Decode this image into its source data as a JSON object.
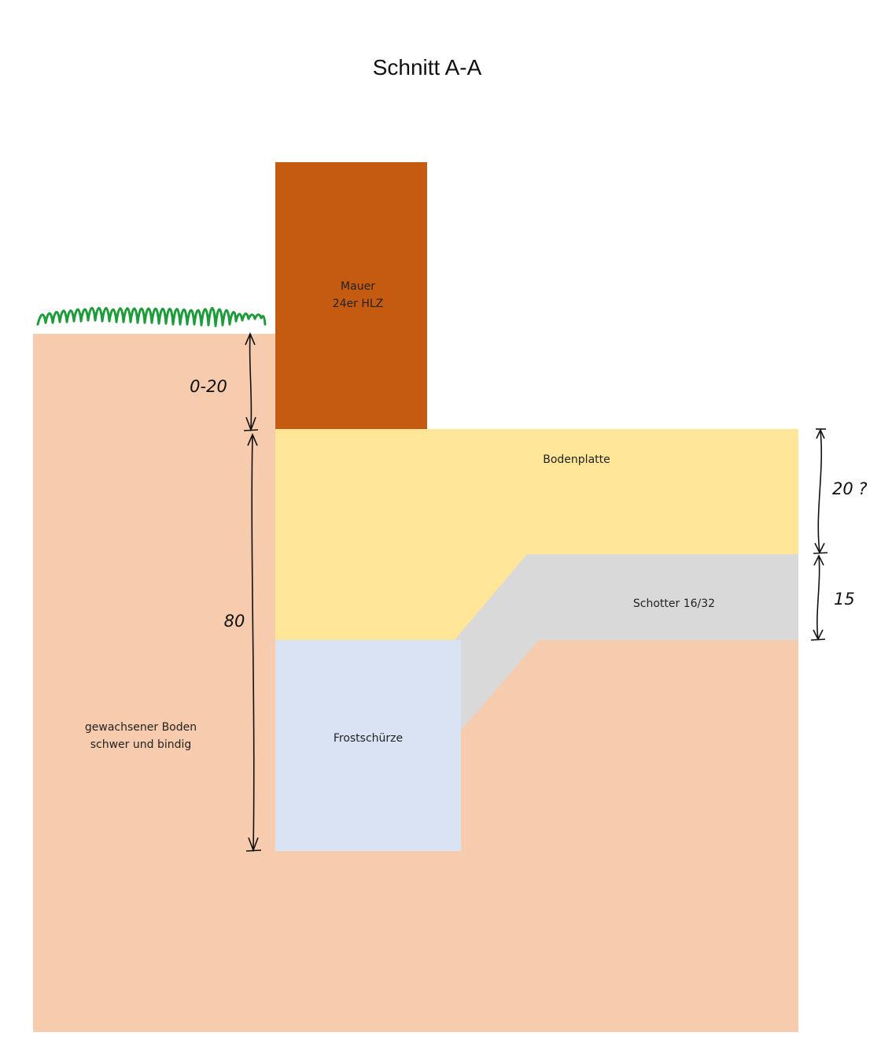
{
  "title": "Schnitt A-A",
  "layers": {
    "wall": {
      "line1": "Mauer",
      "line2": "24er HLZ"
    },
    "slab": {
      "label": "Bodenplatte"
    },
    "gravel": {
      "label": "Schotter 16/32"
    },
    "frost_apron": {
      "label": "Frostschürze"
    },
    "soil": {
      "line1": "gewachsener Boden",
      "line2": "schwer und bindig"
    }
  },
  "dimensions": {
    "ground_to_slab": "0-20",
    "frost_depth": "80",
    "slab_thickness": "20 ?",
    "gravel_thickness": "15"
  },
  "colors": {
    "soil": "#f7cbad",
    "wall": "#c55a11",
    "slab": "#ffe699",
    "gravel": "#d9d9d9",
    "frost_apron": "#dae3f3",
    "grass": "#1e9b3a"
  }
}
